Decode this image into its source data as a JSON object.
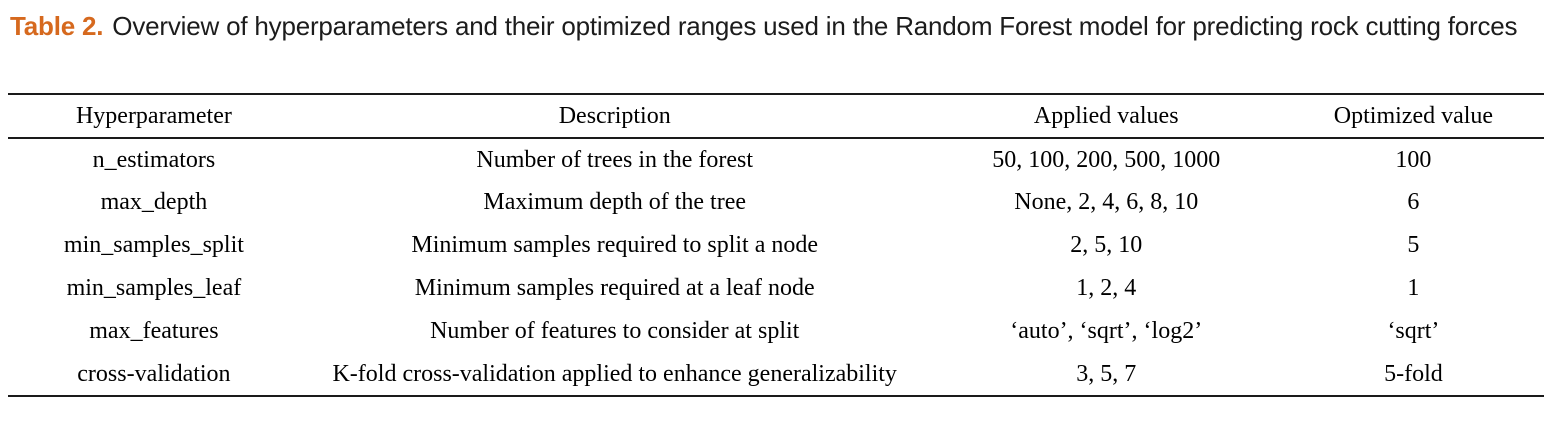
{
  "caption": {
    "label": "Table 2.",
    "text": "Overview of hyperparameters and their optimized ranges used in the Random Forest model for predicting rock cutting forces"
  },
  "colors": {
    "caption_label": "#d6691e",
    "body_text": "#000000",
    "rule": "#1a1a1a"
  },
  "table": {
    "columns": [
      "Hyperparameter",
      "Description",
      "Applied values",
      "Optimized value"
    ],
    "rows": [
      [
        "n_estimators",
        "Number of trees in the forest",
        "50, 100, 200, 500, 1000",
        "100"
      ],
      [
        "max_depth",
        "Maximum depth of the tree",
        "None, 2, 4, 6, 8, 10",
        "6"
      ],
      [
        "min_samples_split",
        "Minimum samples required to split a node",
        "2, 5, 10",
        "5"
      ],
      [
        "min_samples_leaf",
        "Minimum samples required at a leaf node",
        "1, 2, 4",
        "1"
      ],
      [
        "max_features",
        "Number of features to consider at split",
        "‘auto’, ‘sqrt’, ‘log2’",
        "‘sqrt’"
      ],
      [
        "cross-validation",
        "K-fold cross-validation applied to enhance generalizability",
        "3, 5, 7",
        "5-fold"
      ]
    ]
  }
}
